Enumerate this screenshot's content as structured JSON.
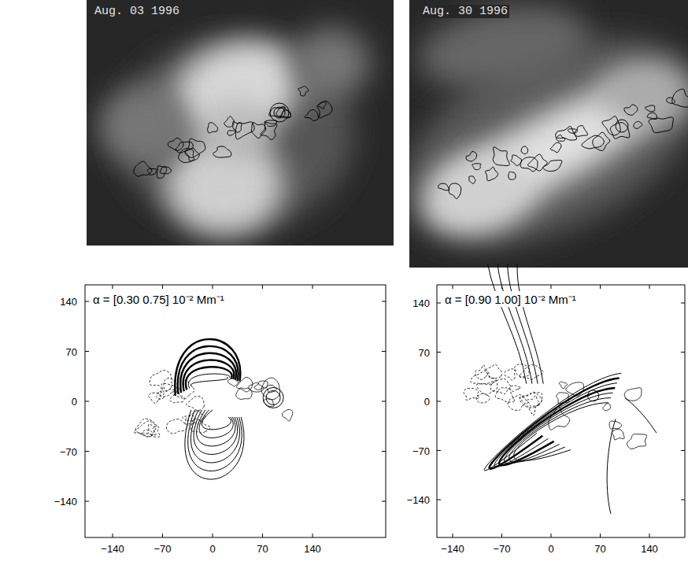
{
  "diagram": {
    "labels": [
      "Aug. 03 1996",
      "Aug. 30 1996",
      "α = [0.30 0.75] 10⁻² Mm⁻¹",
      "140",
      "70",
      "0",
      "−70",
      "−140",
      "−140",
      "−70",
      "0",
      "70",
      "140",
      "α = [0.90 1.00] 10⁻² Mm⁻¹",
      "140",
      "70",
      "0",
      "−70",
      "−140",
      "−140",
      "−70",
      "0",
      "70",
      "140"
    ]
  }
}
